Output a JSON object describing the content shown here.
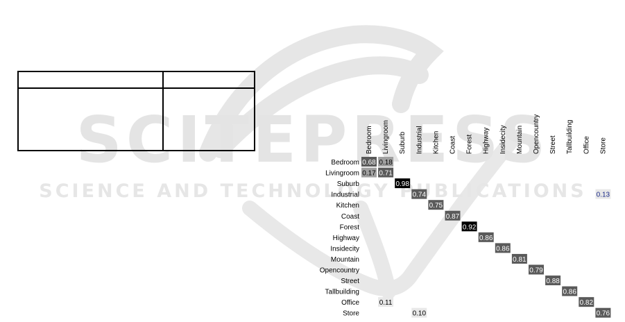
{
  "watermark": {
    "line1": "SCITEPRESS",
    "line2": "SCIENCE AND TECHNOLOGY PUBLICATIONS"
  },
  "chart_data": {
    "type": "heatmap",
    "title": "",
    "rows": [
      "Bedroom",
      "Livingroom",
      "Suburb",
      "Industrial",
      "Kitchen",
      "Coast",
      "Forest",
      "Highway",
      "Insidecity",
      "Mountain",
      "Opencountry",
      "Street",
      "Tallbuilding",
      "Office",
      "Store"
    ],
    "cols": [
      "Bedroom",
      "Livingroom",
      "Suburb",
      "Industrial",
      "Kitchen",
      "Coast",
      "Forest",
      "Highway",
      "Insidecity",
      "Mountain",
      "Opencountry",
      "Street",
      "Tallbuilding",
      "Office",
      "Store"
    ],
    "cells": [
      {
        "row": 0,
        "col": 0,
        "value": 0.68
      },
      {
        "row": 0,
        "col": 1,
        "value": 0.18
      },
      {
        "row": 1,
        "col": 0,
        "value": 0.17
      },
      {
        "row": 1,
        "col": 1,
        "value": 0.71
      },
      {
        "row": 2,
        "col": 2,
        "value": 0.98
      },
      {
        "row": 3,
        "col": 3,
        "value": 0.74
      },
      {
        "row": 3,
        "col": 14,
        "value": 0.13
      },
      {
        "row": 4,
        "col": 4,
        "value": 0.75
      },
      {
        "row": 5,
        "col": 5,
        "value": 0.87
      },
      {
        "row": 6,
        "col": 6,
        "value": 0.92
      },
      {
        "row": 7,
        "col": 7,
        "value": 0.86
      },
      {
        "row": 8,
        "col": 8,
        "value": 0.86
      },
      {
        "row": 9,
        "col": 9,
        "value": 0.81
      },
      {
        "row": 10,
        "col": 10,
        "value": 0.79
      },
      {
        "row": 11,
        "col": 11,
        "value": 0.88
      },
      {
        "row": 12,
        "col": 12,
        "value": 0.86
      },
      {
        "row": 13,
        "col": 13,
        "value": 0.82
      },
      {
        "row": 13,
        "col": 1,
        "value": 0.11
      },
      {
        "row": 14,
        "col": 14,
        "value": 0.76
      },
      {
        "row": 14,
        "col": 3,
        "value": 0.1
      }
    ],
    "colors": {
      "very_high": "#000000",
      "high": "#5a5a5a",
      "medium": "#a0a0a0",
      "low": "#e8e8e8",
      "text_dark_bg": "#ffffff",
      "text_light_bg": "#000000",
      "highlight_text": "#1a2a88"
    },
    "highlighted_cells": [
      {
        "row": 3,
        "col": 14
      }
    ]
  }
}
